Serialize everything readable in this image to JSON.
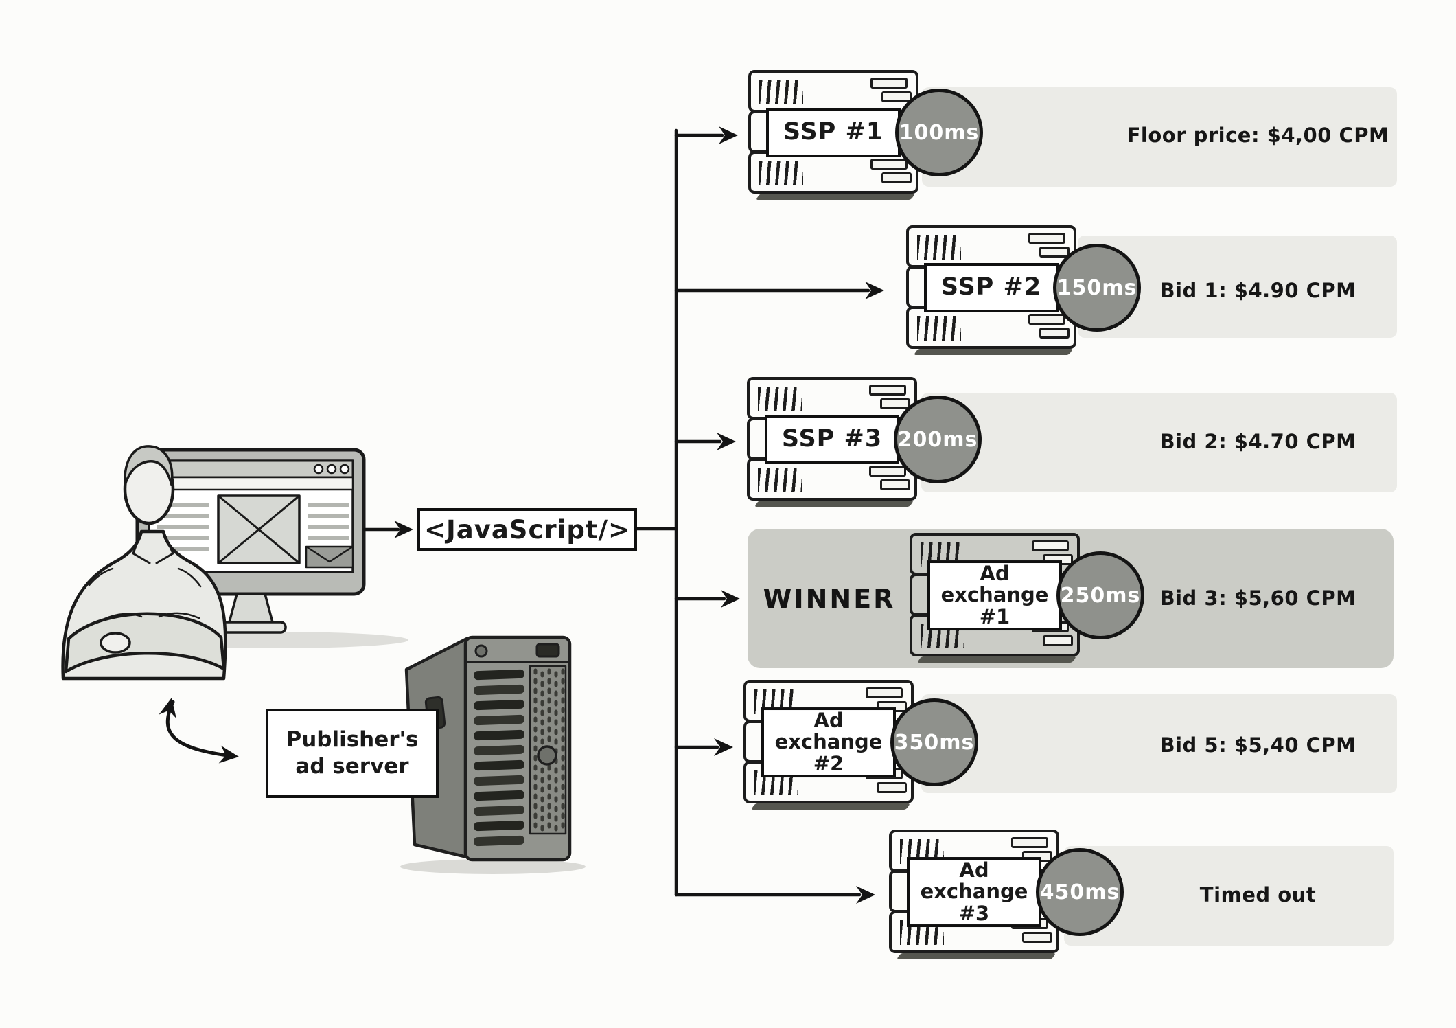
{
  "diagram": {
    "javascript_tag_label": "<JavaScript/>",
    "publisher_label_line1": "Publisher's",
    "publisher_label_line2": "ad server",
    "winner_label": "WINNER"
  },
  "rows": [
    {
      "name": "SSP #1",
      "name2": "",
      "latency": "100ms",
      "result": "Floor price: $4,00 CPM",
      "winner": false
    },
    {
      "name": "SSP #2",
      "name2": "",
      "latency": "150ms",
      "result": "Bid 1: $4.90 CPM",
      "winner": false
    },
    {
      "name": "SSP #3",
      "name2": "",
      "latency": "200ms",
      "result": "Bid 2: $4.70 CPM",
      "winner": false
    },
    {
      "name": "Ad exchange",
      "name2": "#1",
      "latency": "250ms",
      "result": "Bid 3: $5,60 CPM",
      "winner": true
    },
    {
      "name": "Ad exchange",
      "name2": "#2",
      "latency": "350ms",
      "result": "Bid 5: $5,40 CPM",
      "winner": false
    },
    {
      "name": "Ad exchange",
      "name2": "#3",
      "latency": "450ms",
      "result": "Timed out",
      "winner": false
    }
  ],
  "icons": {
    "user": "user-at-computer-icon",
    "monitor": "monitor-with-webpage-icon",
    "publisher_server": "server-tower-icon",
    "bidder_server": "rack-server-icon",
    "latency": "latency-badge",
    "fanout": "fanout-arrows",
    "feedback": "curved-double-arrow-icon"
  },
  "colors": {
    "paper": "#fcfcfa",
    "band": "#ebebe7",
    "winner_band": "#cbccc6",
    "badge": "#8f918c",
    "ink": "#1a1a1a"
  }
}
